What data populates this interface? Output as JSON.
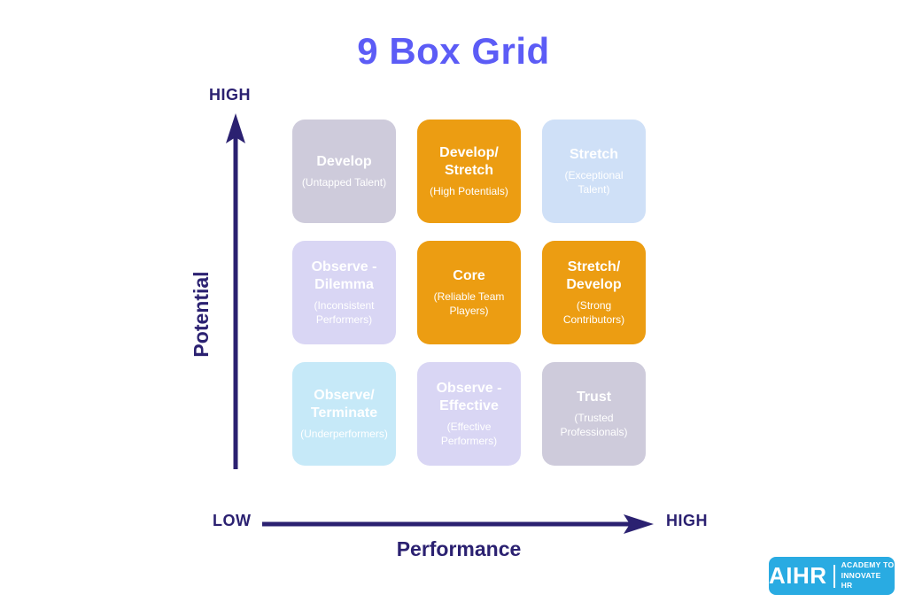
{
  "title": "9 Box Grid",
  "colors": {
    "title_text": "#5C5CF6",
    "axis": "#2B2171",
    "orange": "#EC9D12",
    "gray_lavender": "#CECBDB",
    "lavender": "#D9D6F4",
    "light_blue": "#CFE0F7",
    "light_cyan": "#C6E9F8",
    "cell_text": "#FFFFFF",
    "logo_bg": "#29ABE2"
  },
  "y_axis": {
    "top_label": "HIGH",
    "label": "Potential"
  },
  "x_axis": {
    "left_label": "LOW",
    "right_label": "HIGH",
    "label": "Performance"
  },
  "grid": {
    "cells": [
      {
        "title": "Develop",
        "subtitle": "(Untapped Talent)",
        "bg": "#CECBDB"
      },
      {
        "title": [
          "Develop/",
          "Stretch"
        ],
        "subtitle": "(High Potentials)",
        "bg": "#EC9D12"
      },
      {
        "title": "Stretch",
        "subtitle": [
          "(Exceptional",
          "Talent)"
        ],
        "bg": "#CFE0F7"
      },
      {
        "title": [
          "Observe -",
          "Dilemma"
        ],
        "subtitle": [
          "(Inconsistent",
          "Performers)"
        ],
        "bg": "#D9D6F4"
      },
      {
        "title": "Core",
        "subtitle": [
          "(Reliable Team",
          "Players)"
        ],
        "bg": "#EC9D12"
      },
      {
        "title": [
          "Stretch/",
          "Develop"
        ],
        "subtitle": [
          "(Strong",
          "Contributors)"
        ],
        "bg": "#EC9D12"
      },
      {
        "title": [
          "Observe/",
          "Terminate"
        ],
        "subtitle": "(Underperformers)",
        "bg": "#C6E9F8"
      },
      {
        "title": [
          "Observe -",
          "Effective"
        ],
        "subtitle": [
          "(Effective",
          "Performers)"
        ],
        "bg": "#D9D6F4"
      },
      {
        "title": "Trust",
        "subtitle": [
          "(Trusted",
          "Professionals)"
        ],
        "bg": "#CECBDB"
      }
    ]
  },
  "logo": {
    "name": "AIHR",
    "tagline": [
      "ACADEMY TO",
      "INNOVATE HR"
    ]
  }
}
